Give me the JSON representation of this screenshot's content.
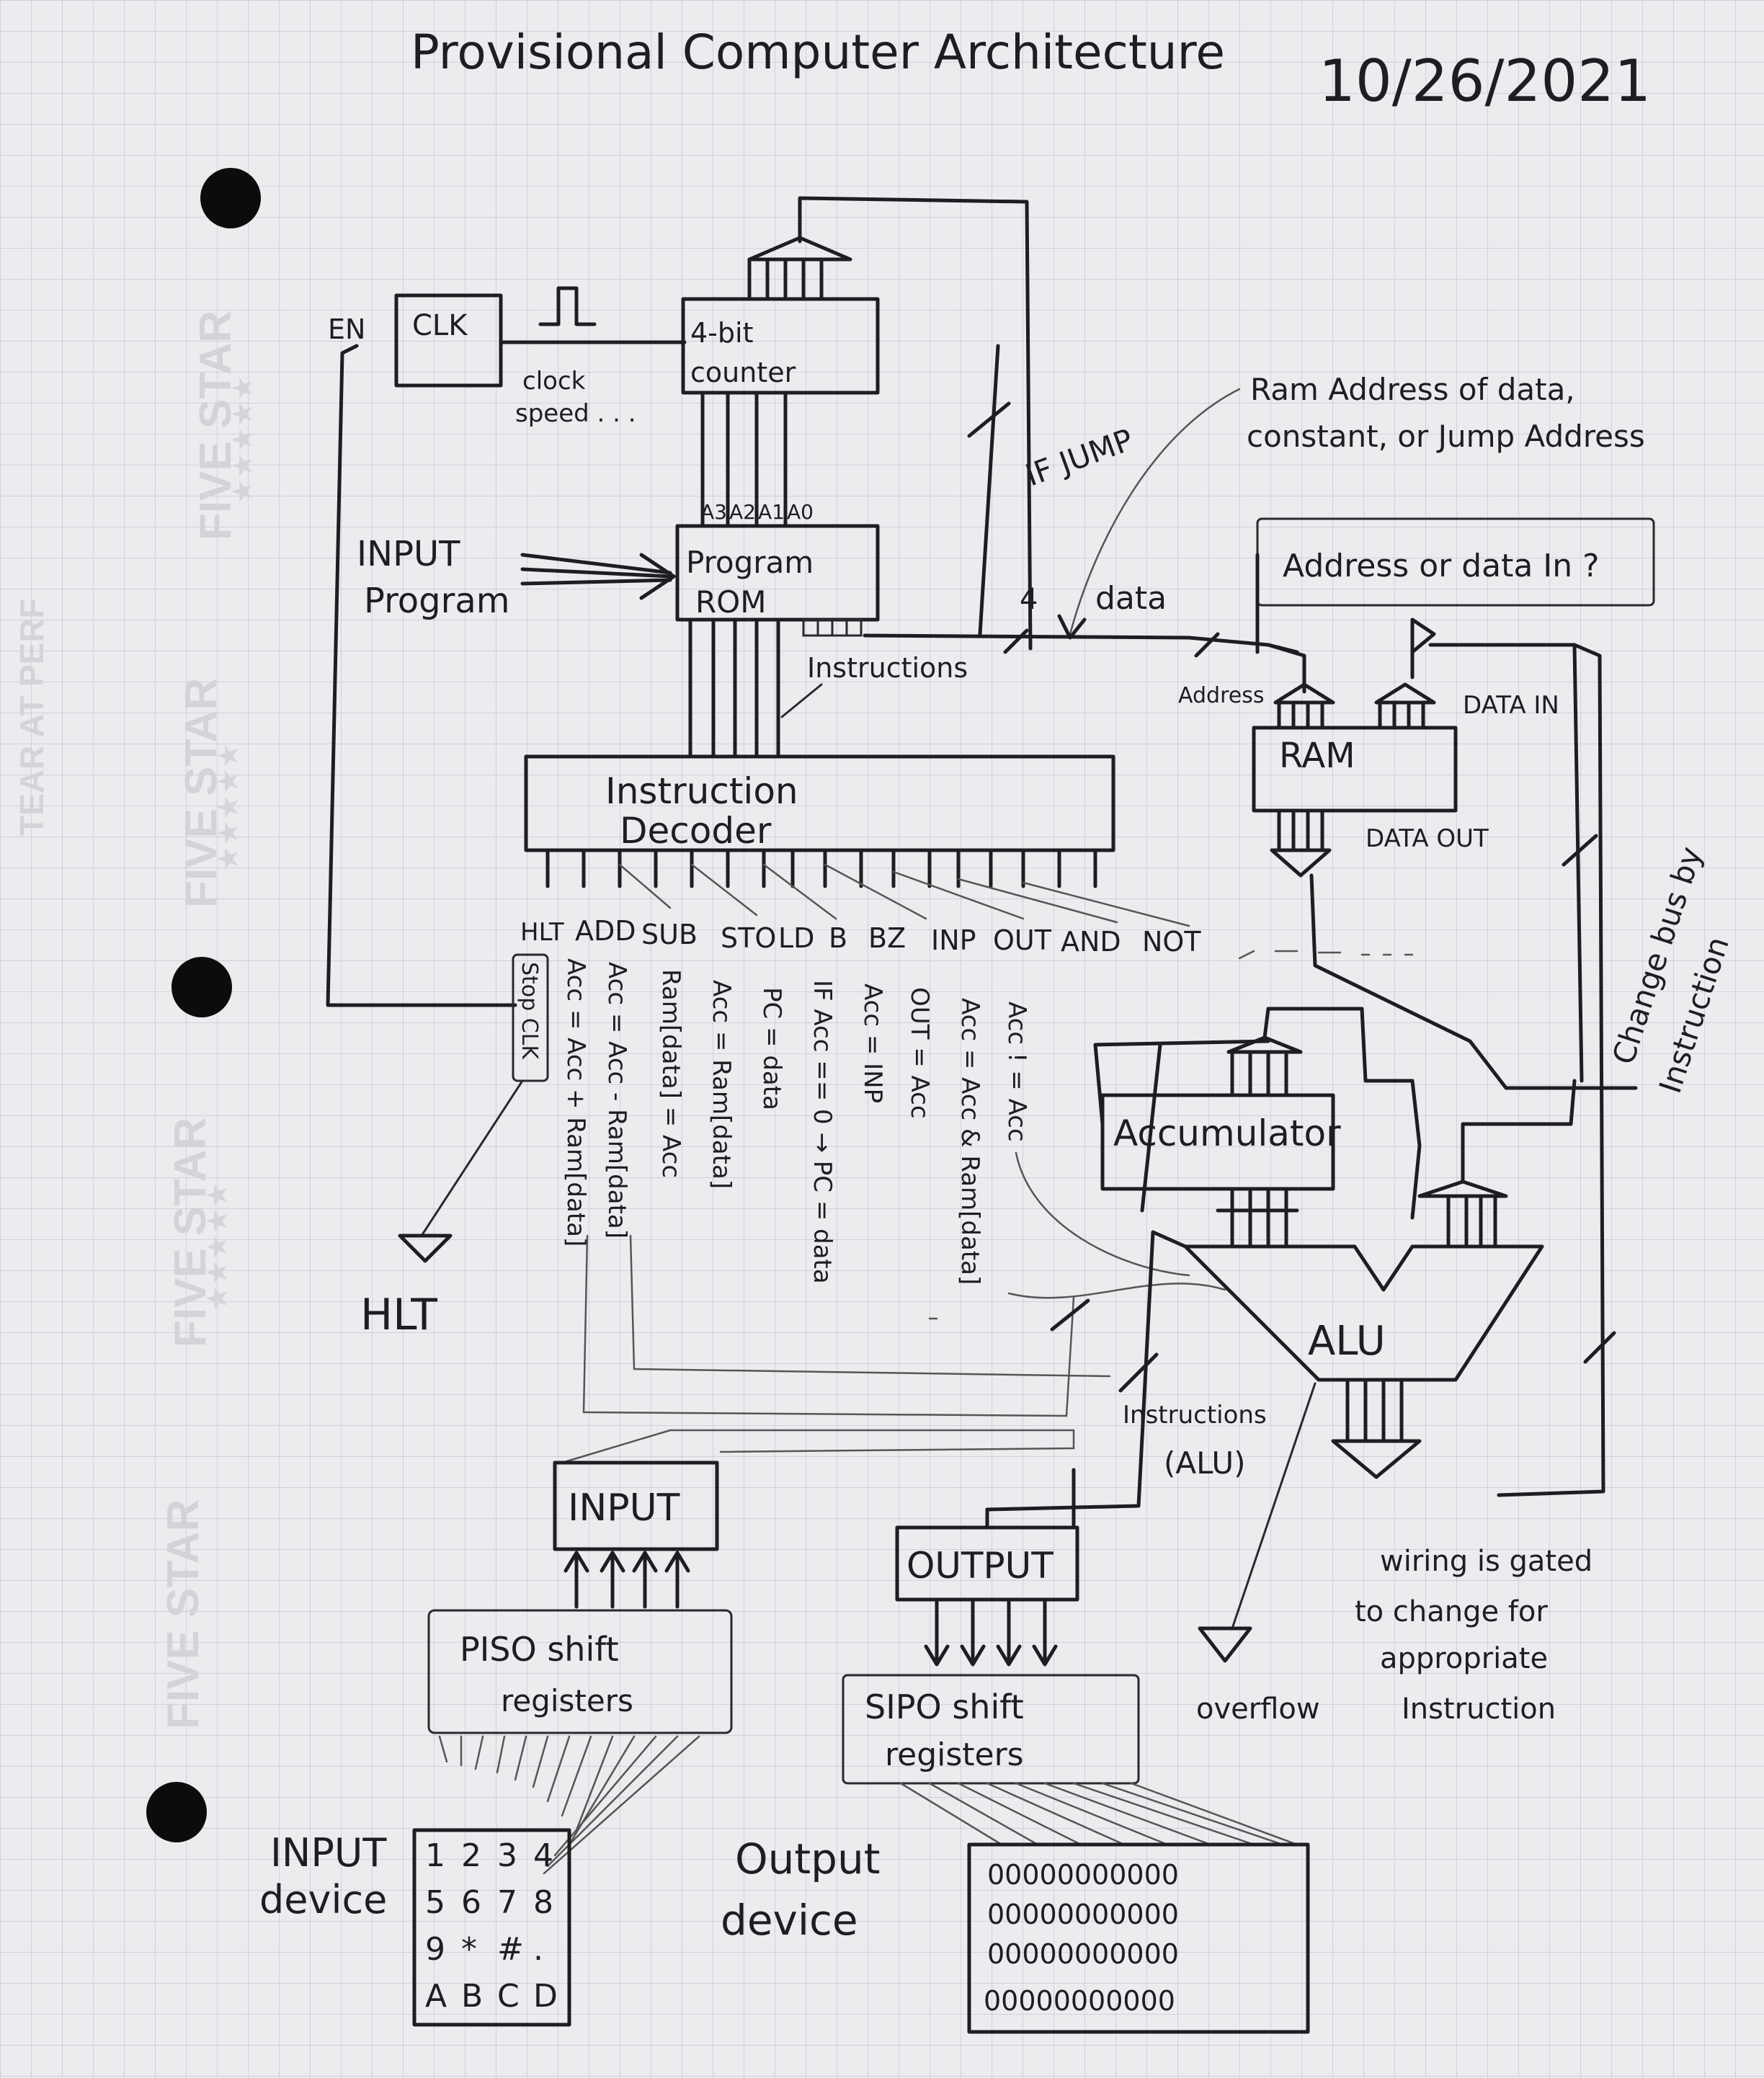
{
  "header": {
    "title": "Provisional Computer Architecture",
    "date": "10/26/2021"
  },
  "watermark": {
    "brand": "FIVE STAR",
    "perf": "TEAR AT PERF"
  },
  "clock": {
    "en": "EN",
    "label": "CLK",
    "speed_line1": "clock",
    "speed_line2": "speed . . ."
  },
  "counter": {
    "line1": "4-bit",
    "line2": "counter",
    "pins": [
      "A3",
      "A2",
      "A1",
      "A0"
    ]
  },
  "rom": {
    "line1": "Program",
    "line2": "ROM",
    "input_line1": "INPUT",
    "input_line2": "Program",
    "instructions": "Instructions"
  },
  "bus": {
    "if_jump": "IF JUMP",
    "width": "4",
    "data": "data",
    "note_line1": "Ram Address of data,",
    "note_line2": "constant, or Jump Address",
    "question": "Address or data In ?"
  },
  "ram": {
    "label": "RAM",
    "address": "Address",
    "data_in": "DATA IN",
    "data_out": "DATA OUT"
  },
  "decoder": {
    "line1": "Instruction",
    "line2": "Decoder",
    "ops": [
      "HLT",
      "ADD",
      "SUB",
      "STO",
      "LD",
      "B",
      "BZ",
      "INP",
      "OUT",
      "AND",
      "NOT"
    ],
    "stop_clk": "Stop CLK",
    "semantics": [
      "Acc = Acc + Ram[data]",
      "Acc = Acc - Ram[data]",
      "Ram[data] = Acc",
      "Acc = Ram[data]",
      "PC = data",
      "IF Acc == 0 → PC = data",
      "Acc = INP",
      "OUT = Acc",
      "Acc = Acc & Ram[data]",
      "Acc ! = Acc"
    ],
    "hlt_out": "HLT"
  },
  "side_note": {
    "line1": "Change bus by",
    "line2": "Instruction"
  },
  "accumulator": "Accumulator",
  "alu": {
    "label": "ALU",
    "instr_line1": "Instructions",
    "instr_line2": "(ALU)",
    "overflow": "overflow"
  },
  "gating_note": [
    "wiring is gated",
    "to change for",
    "appropriate",
    "Instruction"
  ],
  "input_block": {
    "label": "INPUT",
    "reg_line1": "PISO shift",
    "reg_line2": "registers"
  },
  "output_block": {
    "label": "OUTPUT",
    "reg_line1": "SIPO shift",
    "reg_line2": "registers"
  },
  "input_device": {
    "line1": "INPUT",
    "line2": "device",
    "keys": [
      [
        "1",
        "2",
        "3",
        "4"
      ],
      [
        "5",
        "6",
        "7",
        "8"
      ],
      [
        "9",
        "*",
        "#",
        "."
      ],
      [
        "A",
        "B",
        "C",
        "D"
      ]
    ]
  },
  "output_device": {
    "line1": "Output",
    "line2": "device",
    "rows": [
      "00000000000",
      "00000000000",
      "00000000000",
      "00000000000"
    ]
  }
}
